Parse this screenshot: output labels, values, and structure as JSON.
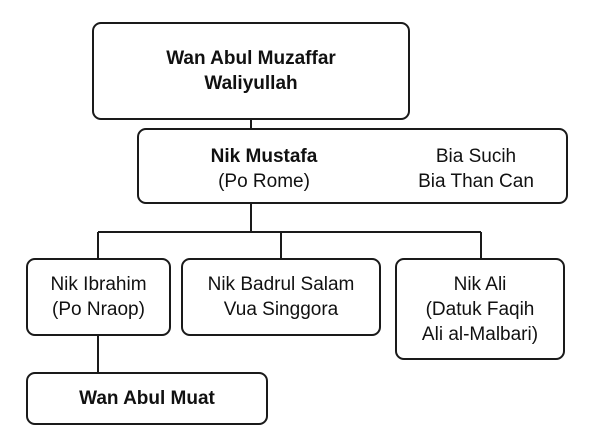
{
  "diagram": {
    "type": "family-tree",
    "nodes": {
      "wan_abul_muzaffar": {
        "line1": "Wan Abul Muzaffar",
        "line2": "Waliyullah"
      },
      "nik_mustafa": {
        "name": "Nik Mustafa",
        "alias": "(Po Rome)",
        "spouse_line1": "Bia Sucih",
        "spouse_line2": "Bia Than Can"
      },
      "nik_ibrahim": {
        "name": "Nik Ibrahim",
        "alias": "(Po Nraop)"
      },
      "nik_badrul_salam": {
        "name": "Nik Badrul Salam",
        "alias": "Vua Singgora"
      },
      "nik_ali": {
        "name": "Nik Ali",
        "alias_line1": "(Datuk Faqih",
        "alias_line2": "Ali al-Malbari)"
      },
      "wan_abul_muat": {
        "name": "Wan Abul Muat"
      }
    },
    "edges": [
      [
        "wan_abul_muzaffar",
        "nik_mustafa"
      ],
      [
        "nik_mustafa",
        "nik_ibrahim"
      ],
      [
        "nik_mustafa",
        "nik_badrul_salam"
      ],
      [
        "nik_mustafa",
        "nik_ali"
      ],
      [
        "nik_ibrahim",
        "wan_abul_muat"
      ]
    ],
    "colors": {
      "line": "#1a1a1a",
      "text": "#111111",
      "background": "#ffffff"
    }
  }
}
